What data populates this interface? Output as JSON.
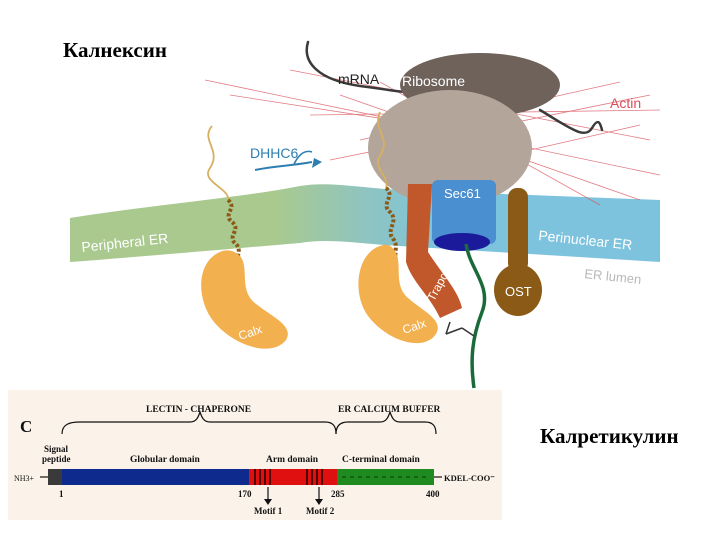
{
  "slide": {
    "title_calnexin": "Калнексин",
    "title_calreticulin": "Калретикулин"
  },
  "calnexin_figure": {
    "labels": {
      "mrna": "mRNA",
      "ribosome": "Ribosome",
      "actin": "Actin",
      "dhhc6": "DHHC6",
      "sec61": "Sec61",
      "peripheral_er": "Peripheral ER",
      "perinuclear_er": "Perinuclear ER",
      "er_lumen": "ER lumen",
      "ost": "OST",
      "trapa": "Trapα",
      "calx_left": "Calx",
      "calx_right": "Calx"
    },
    "colors": {
      "peripheral_er": "#a9c98f",
      "perinuclear_er": "#7ec3dd",
      "ribosome": "#8a7c72",
      "actin": "#d9505a",
      "calx": "#f2b04f",
      "sec61": "#4a8fd0",
      "sec61_pore": "#1a1a9a",
      "trapa": "#c0582c",
      "ost": "#8a5a16",
      "chain": "#1b6b3a",
      "dhhc6": "#2e7fb0"
    }
  },
  "calreticulin_figure": {
    "panel_letter": "C",
    "brace_lectin": "LECTIN - CHAPERONE",
    "brace_buffer": "ER CALCIUM BUFFER",
    "signal_peptide_line1": "Signal",
    "signal_peptide_line2": "peptide",
    "globular_domain": "Globular domain",
    "arm_domain": "Arm domain",
    "c_terminal_domain": "C-terminal domain",
    "n_terminus": "NH3+",
    "c_terminus": "KDEL-COO⁻",
    "positions": [
      "1",
      "170",
      "285",
      "400"
    ],
    "motif1": "Motif 1",
    "motif2": "Motif 2",
    "colors": {
      "signal": "#3a3a3a",
      "globular": "#0d2a8c",
      "arm": "#e01010",
      "c_terminal": "#1f8a1f",
      "background": "#fbf3ea"
    }
  }
}
